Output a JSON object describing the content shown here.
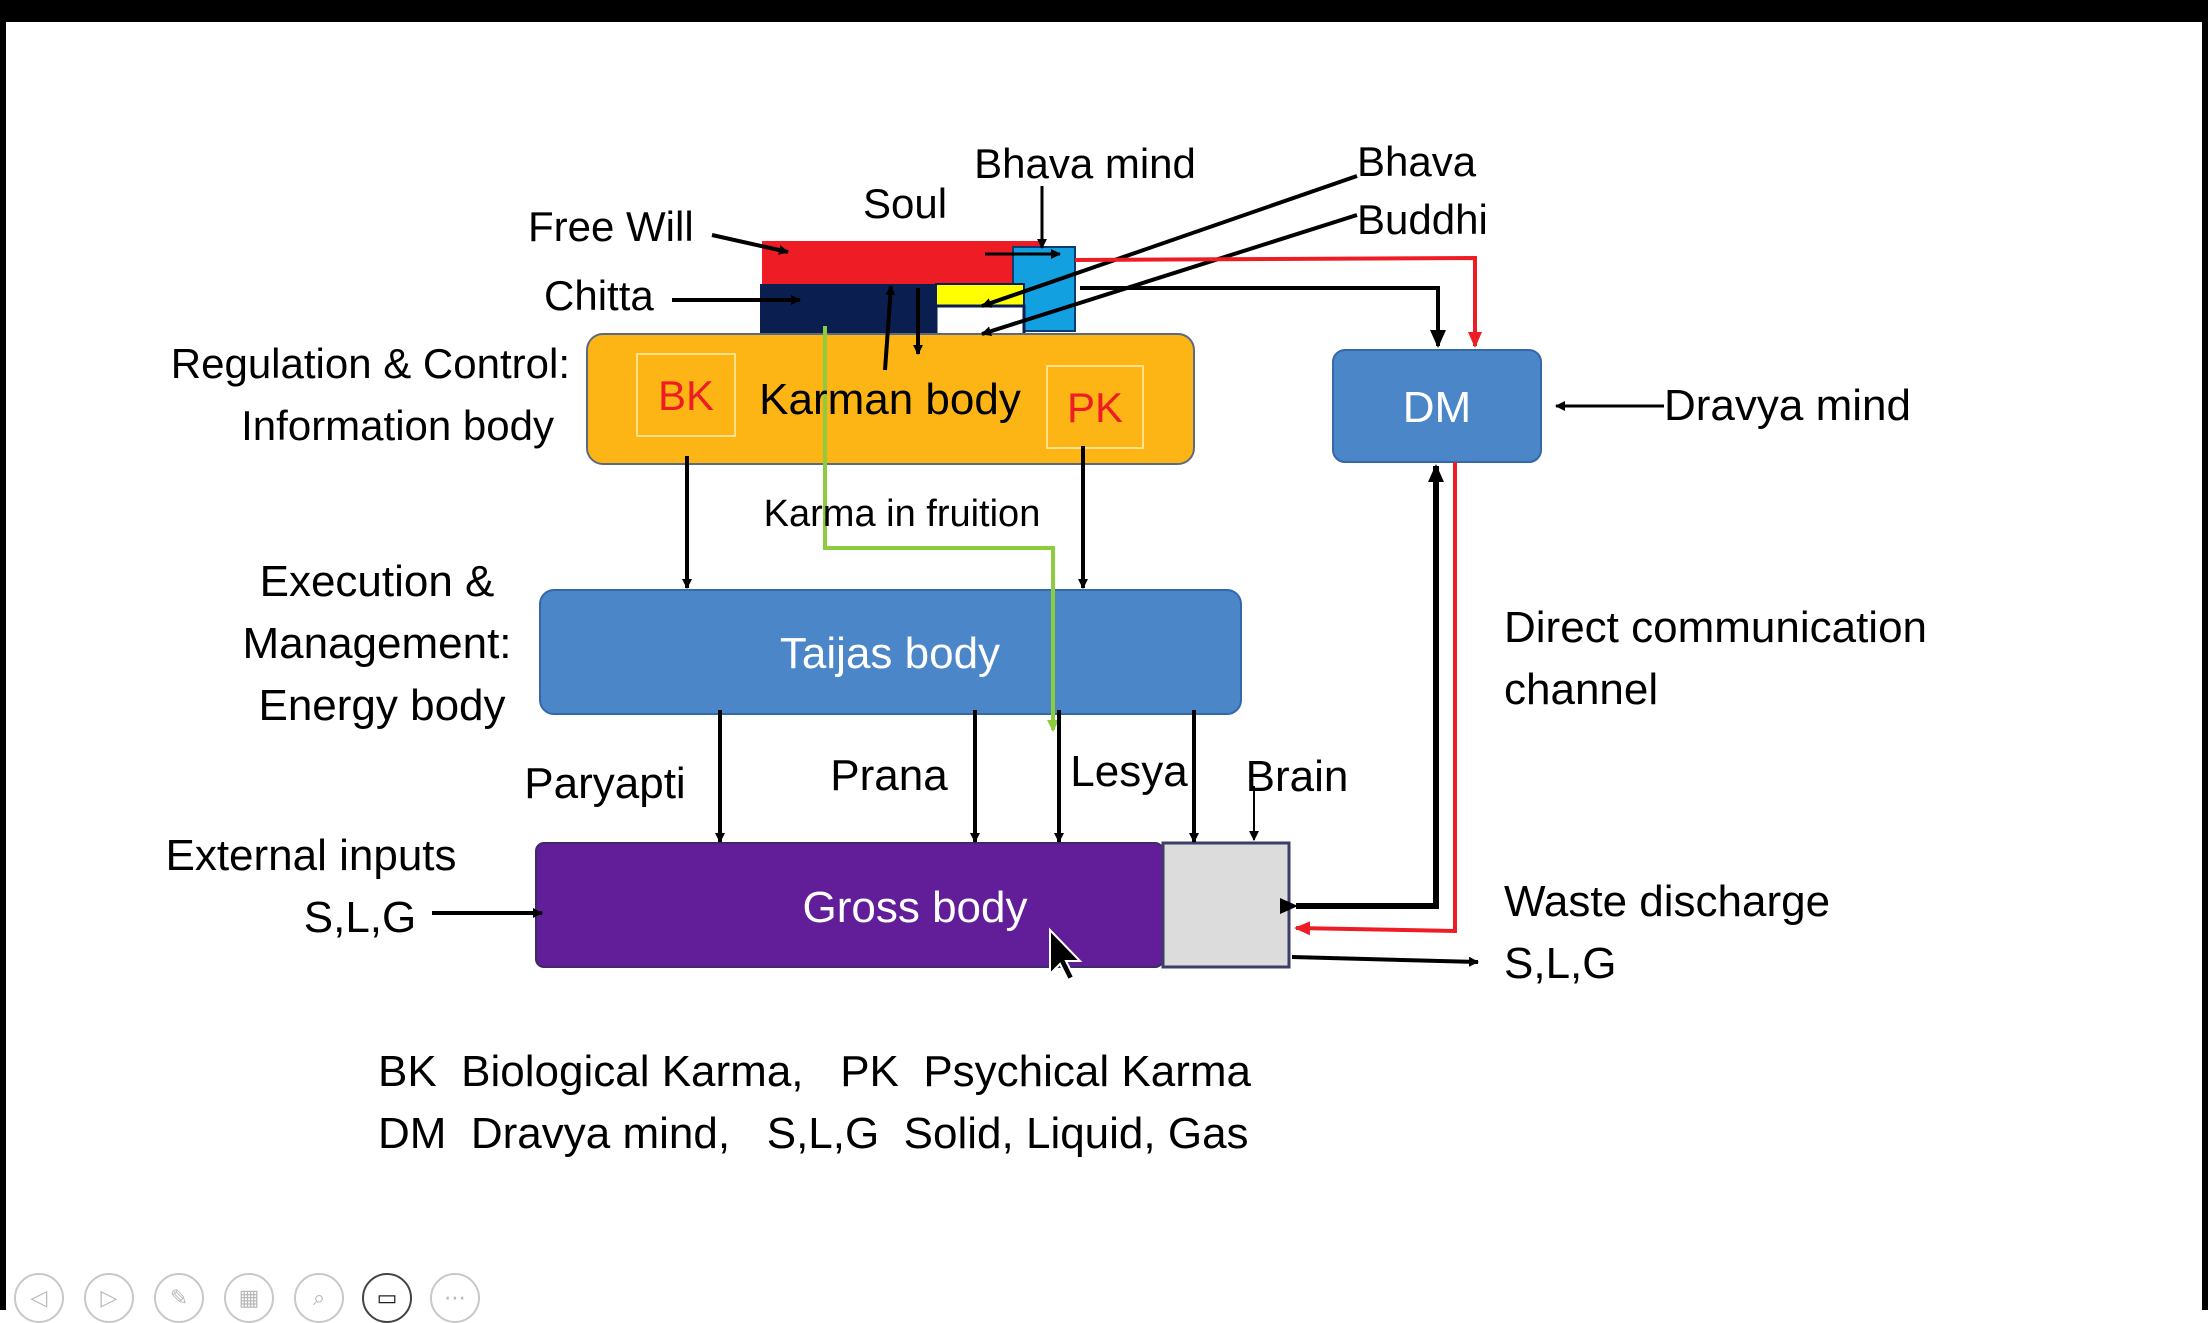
{
  "labels": {
    "soul": "Soul",
    "bhava_mind": "Bhava mind",
    "bhava": "Bhava",
    "buddhi": "Buddhi",
    "free_will": "Free Will",
    "chitta": "Chitta",
    "regulation_line1": "Regulation & Control:",
    "regulation_line2": "Information body",
    "bk": "BK",
    "karman_body": "Karman body",
    "pk": "PK",
    "dm": "DM",
    "dravya_mind": "Dravya mind",
    "karma_in_fruition": "Karma in fruition",
    "execution_line1": "Execution &",
    "execution_line2": "Management:",
    "execution_line3": "Energy body",
    "taijas_body": "Taijas body",
    "direct_comm_line1": "Direct communication",
    "direct_comm_line2": "channel",
    "paryapti": "Paryapti",
    "prana": "Prana",
    "lesya": "Lesya",
    "brain": "Brain",
    "external_inputs_line1": "External inputs",
    "external_inputs_line2": "S,L,G",
    "gross_body": "Gross body",
    "waste_line1": "Waste discharge",
    "waste_line2": "S,L,G",
    "legend_line1": "BK  Biological Karma,   PK  Psychical Karma",
    "legend_line2": "DM  Dravya mind,   S,L,G  Solid, Liquid, Gas"
  },
  "colors": {
    "soul_red": "#ee1c24",
    "chitta_navy": "#0b1e50",
    "bhava_blue": "#12a0e0",
    "buddhi_yellow": "#ffff00",
    "karman_orange": "#fdb515",
    "taijas_blue": "#4a86c8",
    "dm_blue": "#4a86c8",
    "gross_purple": "#621d99",
    "brain_grey": "#dcdcdc",
    "fruition_green": "#8dcc3c",
    "arrow_red": "#ee1c24"
  },
  "controls": [
    {
      "name": "previous-slide",
      "icon": "◁"
    },
    {
      "name": "next-slide",
      "icon": "▷"
    },
    {
      "name": "pen",
      "icon": "✎"
    },
    {
      "name": "all-slides",
      "icon": "▦"
    },
    {
      "name": "zoom",
      "icon": "⌕"
    },
    {
      "name": "video",
      "icon": "▭"
    },
    {
      "name": "more-options",
      "icon": "⋯"
    }
  ]
}
